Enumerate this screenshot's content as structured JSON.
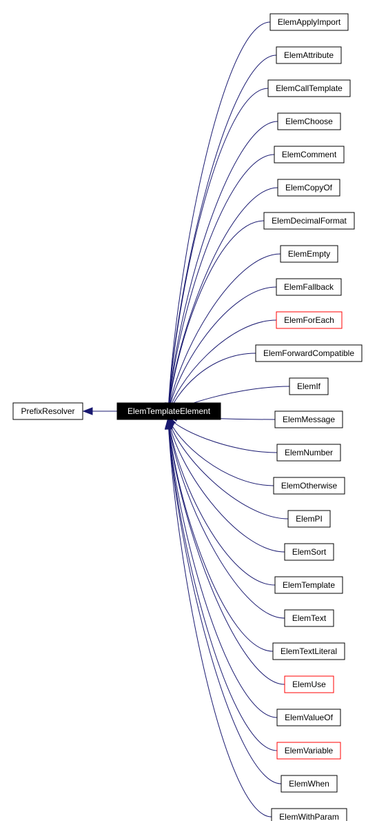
{
  "diagram": {
    "colors": {
      "edge": "#191970",
      "border_normal": "#000000",
      "border_incomplete": "#ff0000",
      "focus_fill": "#000000",
      "focus_text": "#ffffff",
      "node_fill": "#ffffff",
      "node_text": "#000000"
    },
    "base": {
      "label": "PrefixResolver"
    },
    "focus": {
      "label": "ElemTemplateElement"
    },
    "children": [
      {
        "label": "ElemApplyImport",
        "incomplete": false
      },
      {
        "label": "ElemAttribute",
        "incomplete": false
      },
      {
        "label": "ElemCallTemplate",
        "incomplete": false
      },
      {
        "label": "ElemChoose",
        "incomplete": false
      },
      {
        "label": "ElemComment",
        "incomplete": false
      },
      {
        "label": "ElemCopyOf",
        "incomplete": false
      },
      {
        "label": "ElemDecimalFormat",
        "incomplete": false
      },
      {
        "label": "ElemEmpty",
        "incomplete": false
      },
      {
        "label": "ElemFallback",
        "incomplete": false
      },
      {
        "label": "ElemForEach",
        "incomplete": true
      },
      {
        "label": "ElemForwardCompatible",
        "incomplete": false
      },
      {
        "label": "ElemIf",
        "incomplete": false
      },
      {
        "label": "ElemMessage",
        "incomplete": false
      },
      {
        "label": "ElemNumber",
        "incomplete": false
      },
      {
        "label": "ElemOtherwise",
        "incomplete": false
      },
      {
        "label": "ElemPI",
        "incomplete": false
      },
      {
        "label": "ElemSort",
        "incomplete": false
      },
      {
        "label": "ElemTemplate",
        "incomplete": false
      },
      {
        "label": "ElemText",
        "incomplete": false
      },
      {
        "label": "ElemTextLiteral",
        "incomplete": false
      },
      {
        "label": "ElemUse",
        "incomplete": true
      },
      {
        "label": "ElemValueOf",
        "incomplete": false
      },
      {
        "label": "ElemVariable",
        "incomplete": true
      },
      {
        "label": "ElemWhen",
        "incomplete": false
      },
      {
        "label": "ElemWithParam",
        "incomplete": false
      }
    ]
  }
}
